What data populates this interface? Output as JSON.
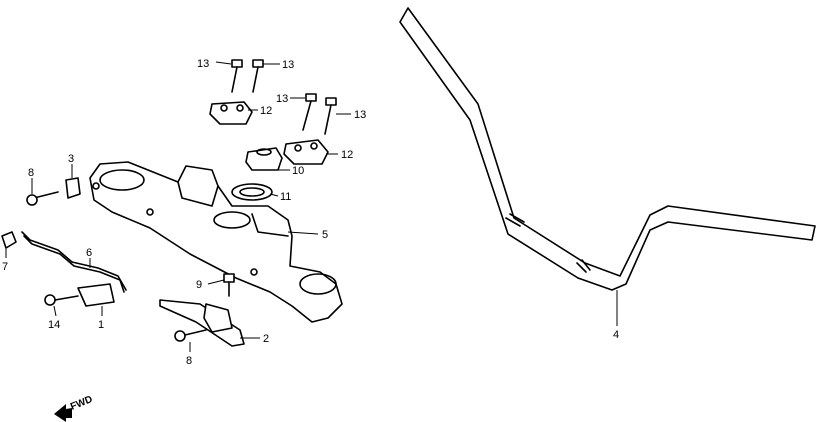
{
  "callouts": {
    "c13a": "13",
    "c13b": "13",
    "c13c": "13",
    "c13d": "13",
    "c12a": "12",
    "c12b": "12",
    "c10": "10",
    "c11": "11",
    "c5": "5",
    "c8a": "8",
    "c3": "3",
    "c7": "7",
    "c6": "6",
    "c9": "9",
    "c14": "14",
    "c1": "1",
    "c2": "2",
    "c8b": "8",
    "c4": "4"
  },
  "fwd_label": "FWD"
}
